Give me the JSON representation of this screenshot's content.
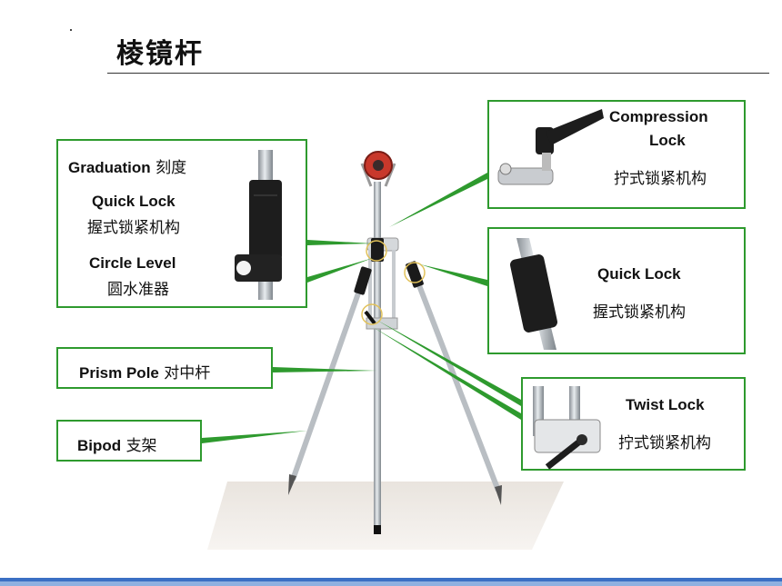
{
  "title": "棱镜杆",
  "labels": {
    "graduation_en": "Graduation",
    "graduation_cn": "刻度",
    "quick_lock_en": "Quick Lock",
    "quick_lock_cn": "握式锁紧机构",
    "circle_level_en": "Circle Level",
    "circle_level_cn": "圆水准器",
    "prism_pole_en": "Prism Pole",
    "prism_pole_cn": "对中杆",
    "bipod_en": "Bipod",
    "bipod_cn": "支架",
    "compression_lock_en_1": "Compression",
    "compression_lock_en_2": "Lock",
    "compression_lock_cn": "拧式锁紧机构",
    "quick_lock2_en": "Quick Lock",
    "quick_lock2_cn": "握式锁紧机构",
    "twist_lock_en": "Twist Lock",
    "twist_lock_cn": "拧式锁紧机构"
  },
  "colors": {
    "frame": "#2e9a2e",
    "accent_bar": "#3b6fc4"
  }
}
